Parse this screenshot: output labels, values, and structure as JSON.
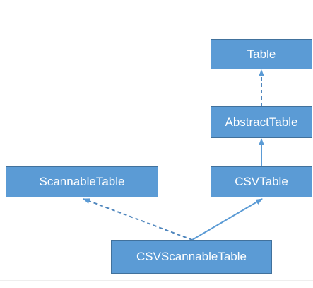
{
  "diagram": {
    "nodes": {
      "table": "Table",
      "abstract_table": "AbstractTable",
      "csv_table": "CSVTable",
      "scannable_table": "ScannableTable",
      "csv_scannable_table": "CSVScannableTable"
    },
    "edges": [
      {
        "from": "abstract_table",
        "to": "table",
        "style": "dashed"
      },
      {
        "from": "csv_table",
        "to": "abstract_table",
        "style": "solid"
      },
      {
        "from": "csv_scannable_table",
        "to": "csv_table",
        "style": "solid"
      },
      {
        "from": "csv_scannable_table",
        "to": "scannable_table",
        "style": "dashed"
      }
    ],
    "colors": {
      "node_fill": "#5b9bd5",
      "node_border": "#41719c",
      "edge": "#5b9bd5",
      "text": "#ffffff"
    }
  }
}
